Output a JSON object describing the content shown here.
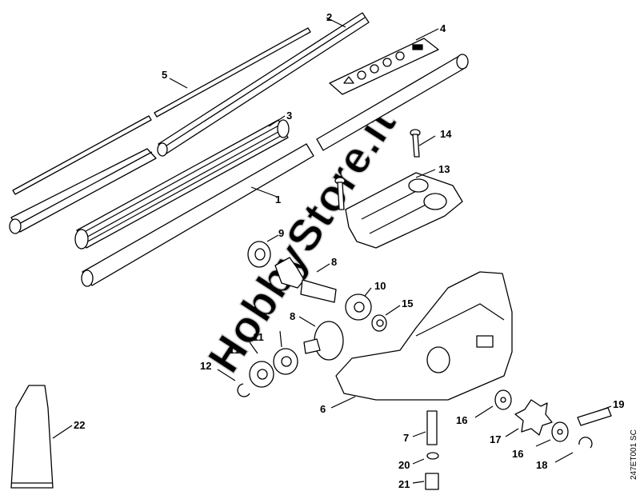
{
  "diagram": {
    "watermark": "HobbyStore.it",
    "drawing_code": "247ET001 SC",
    "callouts": [
      {
        "id": "c1",
        "label": "1"
      },
      {
        "id": "c2",
        "label": "2"
      },
      {
        "id": "c3",
        "label": "3"
      },
      {
        "id": "c4",
        "label": "4"
      },
      {
        "id": "c5",
        "label": "5"
      },
      {
        "id": "c6",
        "label": "6"
      },
      {
        "id": "c7",
        "label": "7"
      },
      {
        "id": "c8a",
        "label": "8"
      },
      {
        "id": "c8b",
        "label": "8"
      },
      {
        "id": "c9",
        "label": "9"
      },
      {
        "id": "c10",
        "label": "10"
      },
      {
        "id": "c11a",
        "label": "11"
      },
      {
        "id": "c11b",
        "label": "11"
      },
      {
        "id": "c12",
        "label": "12"
      },
      {
        "id": "c13",
        "label": "13"
      },
      {
        "id": "c14",
        "label": "14"
      },
      {
        "id": "c15",
        "label": "15"
      },
      {
        "id": "c16a",
        "label": "16"
      },
      {
        "id": "c16b",
        "label": "16"
      },
      {
        "id": "c17",
        "label": "17"
      },
      {
        "id": "c18",
        "label": "18"
      },
      {
        "id": "c19",
        "label": "19"
      },
      {
        "id": "c20",
        "label": "20"
      },
      {
        "id": "c21",
        "label": "21"
      },
      {
        "id": "c22",
        "label": "22"
      }
    ]
  }
}
